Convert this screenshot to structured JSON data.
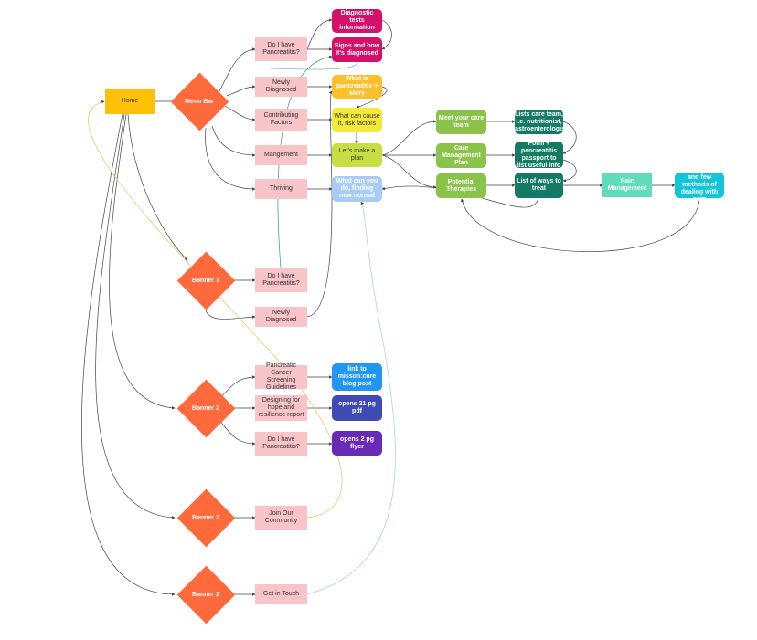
{
  "colors": {
    "home": "#ffc107",
    "diamond": "#ff6a3d",
    "pink": "#f8c4c8",
    "magenta": "#d5106a",
    "amber": "#fbc02d",
    "yellow": "#f4ea3a",
    "lime": "#c7df42",
    "lightblue": "#a9ccf5",
    "green": "#8bc34a",
    "teal": "#137a63",
    "mint": "#5fdcb9",
    "cyan": "#12c6d9",
    "blue": "#2196f3",
    "indigo": "#3f4ab5",
    "purple": "#6a2ab8"
  },
  "nodes": {
    "home": "Home",
    "menu_bar": "Menu Bar",
    "banner1": "Banner 1",
    "banner2a": "Banner 2",
    "banner2b": "Banner 2",
    "banner2c": "Banner 2",
    "do_i_have": "Do I have Pancreatitis?",
    "newly_diagnosed": "Newly Diagnosed",
    "contributing": "Contributing Factors",
    "mangement": "Mangement",
    "thriving": "Thriving",
    "do_i_have_b1": "Do I have Pancreatitis?",
    "newly_diagnosed_b1": "Newly Diagnosed",
    "screening": "Pancreatic Cancer Screening Guidelines",
    "designing": "Designing for hope and resilience report",
    "do_i_have_b2": "Do I have Pancreatitis?",
    "join": "Join Our Community",
    "get_in_touch": "Get in Touch",
    "diagnostic": "Diagnostic tests information",
    "signs": "Signs and how it's diagnosed",
    "what_is": "What is pancreatitis + story",
    "what_cause": "What can cause it, risk factors",
    "plan": "Let's make a plan",
    "what_do": "What can you do, finding new normal",
    "care_team": "Meet your care team",
    "care_plan": "Care Management Plan",
    "therapies": "Potential Therapies",
    "lists_care": "Lists care team, i.e. nutritionist, gastroenterologist",
    "form": "Form + pancreatitis passport to list useful info",
    "ways": "List of ways to treat",
    "pain": "Pain Management",
    "describing": "Describing and few methods of dealing with pain",
    "link_blog": "link to misson:cure blog post",
    "opens21": "opens 21 pg pdf",
    "opens2": "opens 2 pg flyer"
  }
}
